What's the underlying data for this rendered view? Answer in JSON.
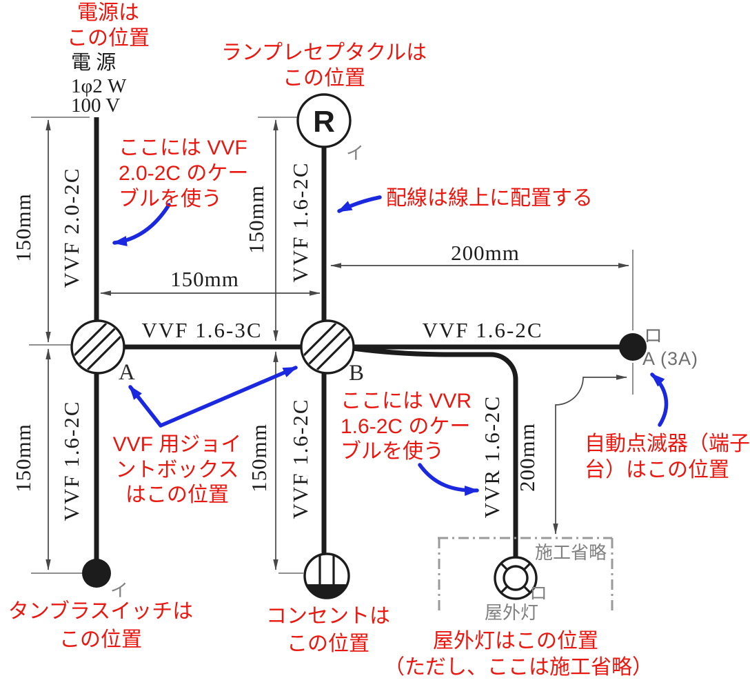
{
  "colors": {
    "annotation_red": "#e8170f",
    "arrow_blue": "#1a28e0",
    "wire_black": "#1c1c1c",
    "label_gray": "#818181"
  },
  "power_source": {
    "lines": [
      "電 源",
      "1φ2 W",
      "100 V"
    ]
  },
  "devices": {
    "lamp_receptacle": {
      "symbol": "R",
      "circuit": "イ"
    },
    "tumbler_switch": {
      "circuit": "イ"
    },
    "terminal": {
      "circuit": "ロ",
      "rating": "A (3A)"
    },
    "outdoor_light": {
      "name": "屋外灯",
      "circuit": "ロ"
    },
    "joint_box_a": {
      "label": "A"
    },
    "joint_box_b": {
      "label": "B"
    },
    "construction_omitted": "施工省略"
  },
  "cables": {
    "power_drop": "VVF 2.0-2C",
    "switch_drop": "VVF 1.6-2C",
    "lamp_drop": "VVF 1.6-2C",
    "outlet_drop": "VVF 1.6-2C",
    "a_to_b": "VVF 1.6-3C",
    "b_to_terminal": "VVF 1.6-2C",
    "outdoor_run": "VVR 1.6-2C"
  },
  "dimensions": {
    "left_upper": "150mm",
    "left_lower": "150mm",
    "mid_upper": "150mm",
    "mid_lower": "150mm",
    "a_to_b": "150mm",
    "b_to_terminal": "200mm",
    "terminal_to_box": "200mm"
  },
  "annotations": {
    "power": [
      "電源は",
      "この位置"
    ],
    "lamp": [
      "ランプレセプタクルは",
      "この位置"
    ],
    "vvf20_cable": [
      "ここには VVF",
      "2.0-2C のケー",
      "ブルを使う"
    ],
    "wiring_on_line": [
      "配線は線上に配置する"
    ],
    "joint_box": [
      "VVF 用ジョイ",
      "ントボックス",
      "はこの位置"
    ],
    "vvr_cable": [
      "ここには VVR",
      "1.6-2C のケー",
      "ブルを使う"
    ],
    "auto_flasher": [
      "自動点滅器（端子",
      "台）はこの位置"
    ],
    "tumbler_switch": [
      "タンブラスイッチは",
      "この位置"
    ],
    "outlet": [
      "コンセントは",
      "この位置"
    ],
    "outdoor_light": [
      "屋外灯はこの位置",
      "（ただし、ここは施工省略）"
    ]
  }
}
